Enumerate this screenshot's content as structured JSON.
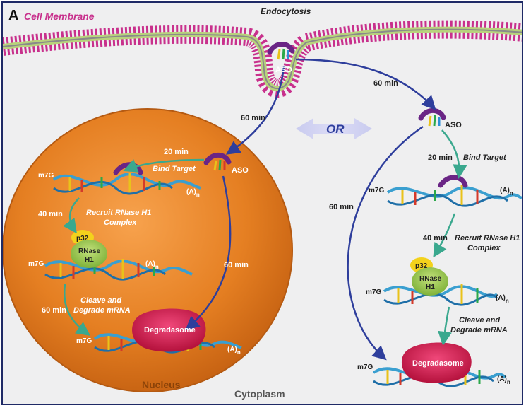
{
  "panel_letter": "A",
  "labels": {
    "cell_membrane": "Cell Membrane",
    "endocytosis": "Endocytosis",
    "aso": "ASO",
    "or": "OR",
    "nucleus": "Nucleus",
    "cytoplasm": "Cytoplasm"
  },
  "nucleus_pathway": {
    "t_to_nucleus": "60 min",
    "t_bind": "20 min",
    "step_bind": "Bind Target",
    "t_recruit": "40 min",
    "step_recruit_1": "Recruit RNase H1",
    "step_recruit_2": "Complex",
    "t_cleave": "60 min",
    "step_cleave_1": "Cleave and",
    "step_cleave_2": "Degrade mRNA",
    "t_direct": "60 min"
  },
  "cytoplasm_pathway": {
    "t_to_cytoplasm": "60 min",
    "t_bind": "20 min",
    "step_bind": "Bind Target",
    "t_recruit": "40 min",
    "step_recruit_1": "Recruit RNase H1",
    "step_recruit_2": "Complex",
    "step_cleave_1": "Cleave and",
    "step_cleave_2": "Degrade mRNA",
    "t_direct": "60 min"
  },
  "molecules": {
    "cap": "m7G",
    "poly_a": "(A)",
    "poly_a_sub": "n",
    "p32": "p32",
    "rnase_1": "RNase",
    "rnase_2": "H1",
    "degradasome": "Degradasome"
  },
  "colors": {
    "membrane": "#c8308c",
    "nucleus": "#e07a1e",
    "arrow_blue": "#2e3e9c",
    "arrow_teal": "#3aa88e",
    "aso": "#6a2585",
    "degradasome": "#d4204f"
  }
}
